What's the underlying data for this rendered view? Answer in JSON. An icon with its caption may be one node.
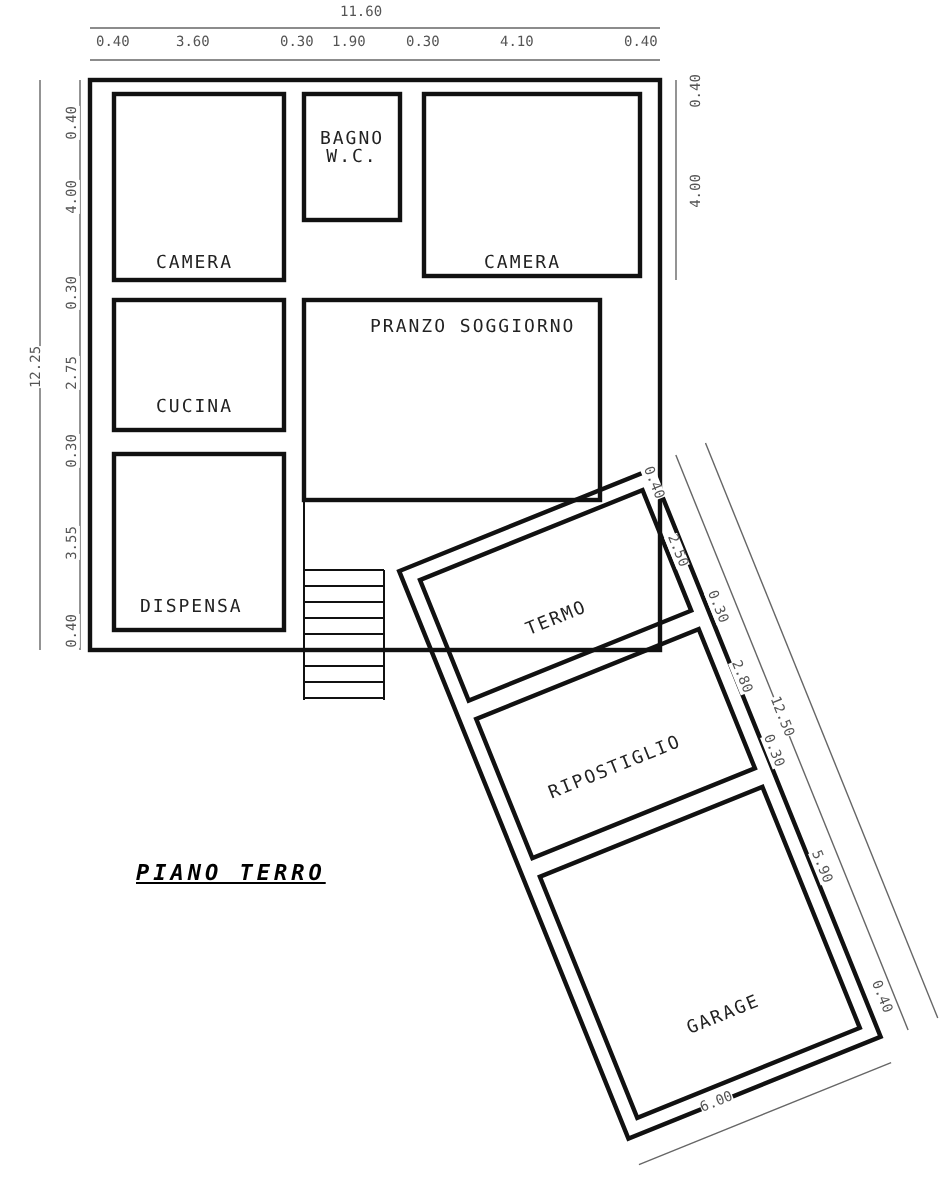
{
  "diagram": {
    "title": "PIANO TERRO",
    "nodes": [
      {
        "text": [
          "CAMERA"
        ]
      },
      {
        "text": [
          "BAGNO W.C."
        ]
      },
      {
        "text": [
          "CAMERA"
        ]
      },
      {
        "text": [
          "PRANZO SOGGIORNO"
        ]
      },
      {
        "text": [
          "CUCINA"
        ]
      },
      {
        "text": [
          "DISPENSA"
        ]
      },
      {
        "text": [
          "TERMO"
        ]
      },
      {
        "text": [
          "RIPOSTIGLIO"
        ]
      },
      {
        "text": [
          "GARAGE"
        ]
      }
    ],
    "labels": [
      "11.60",
      "0.40",
      "3.60",
      "0.30",
      "1.90",
      "0.30",
      "4.10",
      "0.40",
      "0.40",
      "4.00",
      "0.30",
      "2.75",
      "0.30",
      "3.55",
      "0.40",
      "12.25",
      "0.40",
      "4.00",
      "0.40",
      "2.50",
      "0.30",
      "2.80",
      "0.30",
      "5.90",
      "0.40",
      "12.50",
      "6.00"
    ]
  }
}
